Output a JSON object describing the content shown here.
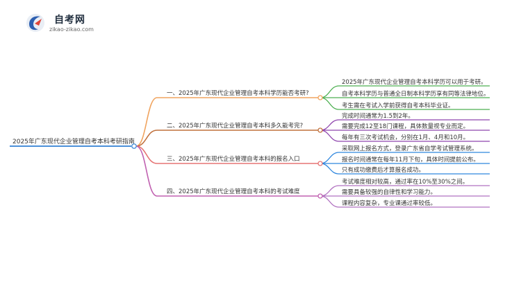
{
  "logo": {
    "title": "自考网",
    "url": "zikao-zikao.com"
  },
  "root": {
    "label": "2025年广东现代企业管理自考本科考研指南",
    "color": "#4a90d9"
  },
  "branches": [
    {
      "label": "一、2025年广东现代企业管理自考本科学历能否考研?",
      "color": "#f0a35e",
      "leaf_color": "#4caf50",
      "leaves": [
        "2025年广东现代企业管理自考本科学历可以用于考研。",
        "自考本科学历与普通全日制本科学历享有同等法律地位。",
        "考生需在考试入学前获得自考本科毕业证。"
      ]
    },
    {
      "label": "二、2025年广东现代企业管理自考本科多久能考完?",
      "color": "#c0703c",
      "leaf_color": "#8e44ad",
      "leaves": [
        "完成时间通常为1.5到2年。",
        "需要完成12至18门课程，具体数量视专业而定。",
        "每年有三次考试机会，分别在1月、4月和10月。"
      ]
    },
    {
      "label": "三、2025年广东现代企业管理自考本科的报名入口",
      "color": "#e57373",
      "leaf_color": "#2e86de",
      "leaves": [
        "采取网上报名方式，登录广东省自学考试管理系统。",
        "报名时间通常在每年11月下旬，具体时间提前公布。",
        "只有成功缴费后才算报名成功。"
      ]
    },
    {
      "label": "四、2025年广东现代企业管理自考本科的考试难度",
      "color": "#c060b0",
      "leaf_color": "#b070c0",
      "leaves": [
        "考试难度相对较高，通过率在10%至30%之间。",
        "需要具备较强的自律性和学习能力。",
        "课程内容复杂，专业课通过率较低。"
      ]
    }
  ]
}
